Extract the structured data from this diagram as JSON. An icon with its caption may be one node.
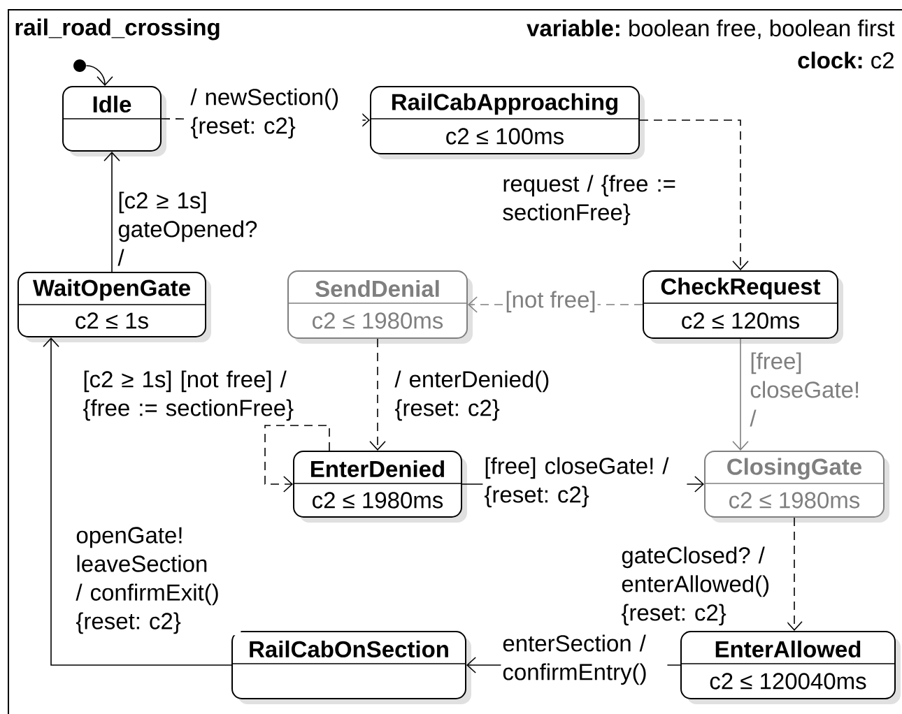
{
  "diagram": {
    "title": "rail_road_crossing",
    "nodes": [
      {
        "text": [
          "Idle"
        ]
      },
      {
        "text": [
          "RailCabApproaching",
          "c2 ≤ 100ms"
        ]
      },
      {
        "text": [
          "WaitOpenGate",
          "c2 ≤ 1s"
        ]
      },
      {
        "text": [
          "SendDenial",
          "c2 ≤ 1980ms"
        ]
      },
      {
        "text": [
          "CheckRequest",
          "c2 ≤ 120ms"
        ]
      },
      {
        "text": [
          "EnterDenied",
          "c2 ≤ 1980ms"
        ]
      },
      {
        "text": [
          "ClosingGate",
          "c2 ≤ 1980ms"
        ]
      },
      {
        "text": [
          "RailCabOnSection"
        ]
      },
      {
        "text": [
          "EnterAllowed",
          "c2 ≤ 120040ms"
        ]
      },
      {
        "text": [],
        "shape": "circle"
      }
    ],
    "edges": [
      {
        "from": 9,
        "to": 0,
        "arrow": "to"
      },
      {
        "from": 0,
        "to": 1,
        "arrow": "to",
        "style": "dashed",
        "label": "/ newSection() {reset: c2}"
      },
      {
        "from": 1,
        "to": 4,
        "arrow": "to",
        "style": "dashed",
        "label": "request / {free := sectionFree}"
      },
      {
        "from": 4,
        "to": 3,
        "arrow": "to",
        "style": "dashed",
        "color": "#7f7f7f",
        "label": "[not free]"
      },
      {
        "from": 4,
        "to": 6,
        "arrow": "to",
        "color": "#7f7f7f",
        "label": "[free] closeGate! /"
      },
      {
        "from": 3,
        "to": 5,
        "arrow": "to",
        "style": "dashed",
        "label": "/ enterDenied() {reset: c2}"
      },
      {
        "from": 5,
        "to": 5,
        "arrow": "to",
        "style": "dashed",
        "label": "[c2 ≥ 1s] [not free] / {free := sectionFree}"
      },
      {
        "from": 5,
        "to": 6,
        "arrow": "to",
        "label": "[free] closeGate! / {reset: c2}"
      },
      {
        "from": 6,
        "to": 8,
        "arrow": "to",
        "style": "dashed",
        "label": "gateClosed? / enterAllowed() {reset: c2}"
      },
      {
        "from": 8,
        "to": 7,
        "arrow": "to",
        "label": "enterSection / confirmEntry()"
      },
      {
        "from": 7,
        "to": 2,
        "arrow": "to",
        "label": "openGate! leaveSection / confirmExit() {reset: c2}"
      },
      {
        "from": 2,
        "to": 0,
        "arrow": "to",
        "label": "[c2 ≥ 1s] gateOpened? /"
      }
    ],
    "labels": [
      "**variable:** boolean free, boolean first",
      "**clock:** c2"
    ]
  }
}
